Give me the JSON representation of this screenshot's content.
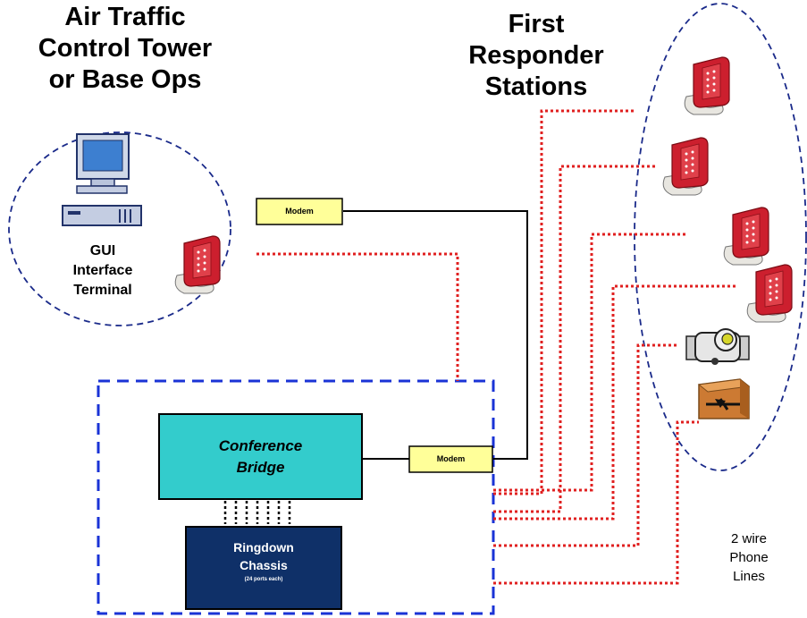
{
  "titles": {
    "atc": "Air Traffic\nControl Tower\nor Base Ops",
    "first_responder": "First\nResponder\nStations"
  },
  "gui_label": "GUI\nInterface\nTerminal",
  "modem_top": "Modem",
  "modem_bottom": "Modem",
  "conference_bridge": "Conference\nBridge",
  "ringdown": {
    "title": "Ringdown\nChassis",
    "sub": "(24 ports each)"
  },
  "phone_lines_label": "2 wire\nPhone\nLines",
  "colors": {
    "dashed_outline": "#1a2a8a",
    "equipment_box": "#1a33d6",
    "phone_line": "#e02020",
    "modem_fill": "#ffff99",
    "bridge_fill": "#33cccc",
    "chassis_fill": "#0f3068",
    "phone_body": "#cc1f2e"
  },
  "icons": {
    "terminal": "computer-terminal-icon",
    "phone": "red-telephone-icon",
    "siren": "siren-icon",
    "horn": "alarm-horn-icon"
  }
}
